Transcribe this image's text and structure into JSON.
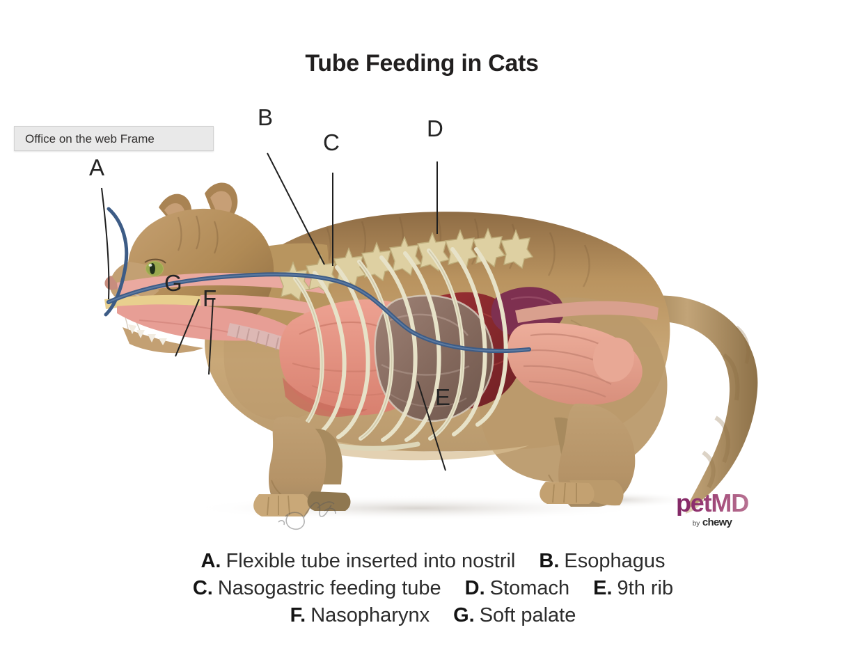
{
  "page": {
    "background": "#ffffff",
    "title": "Tube Feeding in Cats"
  },
  "overlay": {
    "frame_tooltip": "Office on the web Frame"
  },
  "diagram": {
    "subject": "cat-anatomy-nasogastric-feeding-tube",
    "labels": [
      {
        "id": "A",
        "letter": "A",
        "target": "Flexible tube inserted into nostril"
      },
      {
        "id": "B",
        "letter": "B",
        "target": "Esophagus"
      },
      {
        "id": "C",
        "letter": "C",
        "target": "Nasogastric feeding tube"
      },
      {
        "id": "D",
        "letter": "D",
        "target": "Stomach"
      },
      {
        "id": "E",
        "letter": "E",
        "target": "9th rib"
      },
      {
        "id": "F",
        "letter": "F",
        "target": "Nasopharynx"
      },
      {
        "id": "G",
        "letter": "G",
        "target": "Soft palate"
      }
    ],
    "colors": {
      "fur_light": "#c8a478",
      "fur_mid": "#a9834f",
      "fur_dark": "#75573a",
      "tube_blue": "#3d5c86",
      "lung_pink": "#e49284",
      "liver_dark_red": "#8e2c2e",
      "stomach_brown": "#8a6f63",
      "rib_cream": "#e3dcbd",
      "spine_cream": "#ddd2a8",
      "intestine_pink": "#e6a391",
      "spleen_maroon": "#7e2f4a",
      "nasal_pink": "#e8a79c",
      "eye_green": "#9aa84f"
    }
  },
  "logo": {
    "brand": "petMD",
    "by_word": "by",
    "partner": "chewy",
    "brand_color_start": "#7c2361",
    "brand_color_end": "#bd7e99"
  },
  "legend": {
    "rows": [
      [
        {
          "key": "A.",
          "text": "Flexible tube inserted into nostril"
        },
        {
          "key": "B.",
          "text": "Esophagus"
        }
      ],
      [
        {
          "key": "C.",
          "text": "Nasogastric feeding tube"
        },
        {
          "key": "D.",
          "text": "Stomach"
        },
        {
          "key": "E.",
          "text": "9th rib"
        }
      ],
      [
        {
          "key": "F.",
          "text": "Nasopharynx"
        },
        {
          "key": "G.",
          "text": "Soft palate"
        }
      ]
    ]
  }
}
